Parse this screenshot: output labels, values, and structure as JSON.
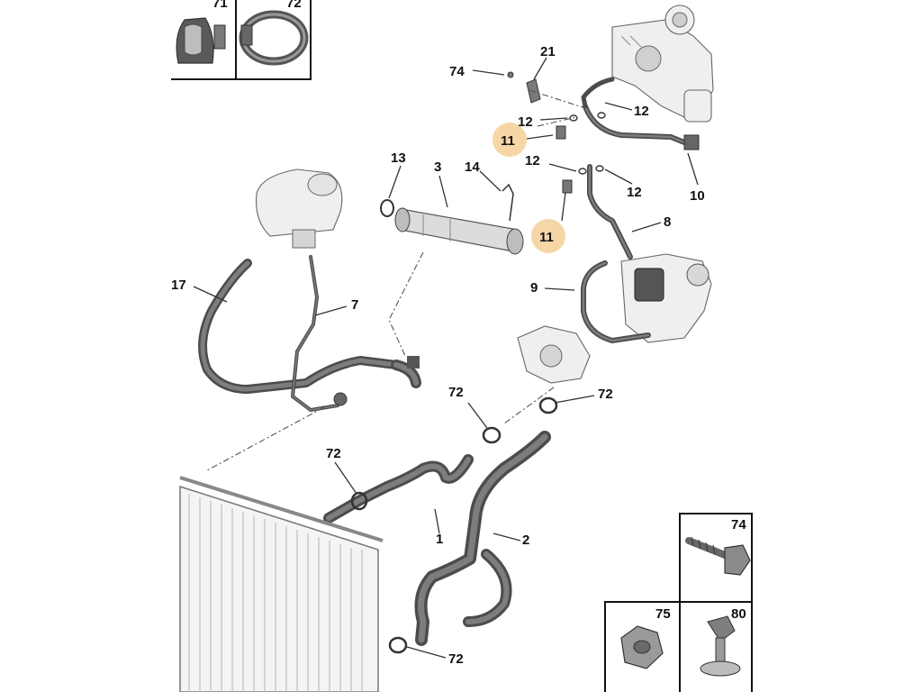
{
  "labels": {
    "callout_71": "71",
    "callout_72_box": "72",
    "callout_74_top": "74",
    "callout_21": "21",
    "callout_12_a": "12",
    "callout_12_b": "12",
    "callout_11_a": "11",
    "callout_13": "13",
    "callout_3": "3",
    "callout_14": "14",
    "callout_12_c": "12",
    "callout_12_d": "12",
    "callout_10": "10",
    "callout_8": "8",
    "callout_11_b": "11",
    "callout_17": "17",
    "callout_7": "7",
    "callout_9": "9",
    "callout_72_a": "72",
    "callout_72_b": "72",
    "callout_72_c": "72",
    "callout_1": "1",
    "callout_2": "2",
    "callout_72_d": "72",
    "callout_74_box": "74",
    "callout_75_box": "75",
    "callout_80_box": "80"
  },
  "highlight_color": "#f6d6a7"
}
